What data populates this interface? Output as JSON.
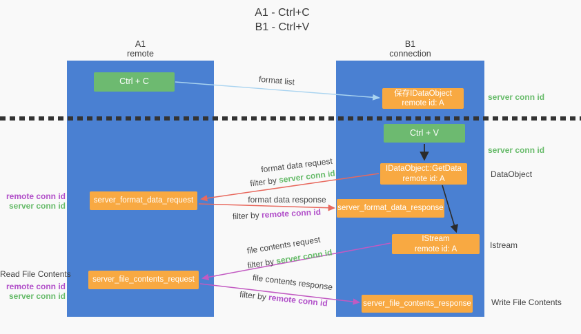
{
  "colors": {
    "lane_blue": "#4a80d2",
    "box_green": "#6dba70",
    "box_orange": "#f8a942",
    "arrow_blue": "#aad4f0",
    "arrow_red": "#e8695e",
    "arrow_magenta": "#c25ac2",
    "text_green": "#67bb6a",
    "text_purple": "#b14fc9",
    "text_dark": "#424242",
    "bg": "#f9f9f9"
  },
  "header": {
    "title_line1": "A1 - Ctrl+C",
    "title_line2": "B1 - Ctrl+V"
  },
  "lanes": {
    "left": {
      "title": "A1",
      "subtitle": "remote"
    },
    "right": {
      "title": "B1",
      "subtitle": "connection"
    }
  },
  "nodes": {
    "ctrl_c": {
      "label": "Ctrl + C"
    },
    "store_dataobject": {
      "line1": "保存IDataObject",
      "line2": "remote id: A"
    },
    "ctrl_v": {
      "label": "Ctrl + V"
    },
    "getdata": {
      "line1": "IDataObject::GetData",
      "line2": "remote id: A"
    },
    "format_request": {
      "label": "server_format_data_request"
    },
    "format_response": {
      "label": "server_format_data_response"
    },
    "istream": {
      "line1": "IStream",
      "line2": "remote id: A"
    },
    "file_request": {
      "label": "server_file_contents_request"
    },
    "file_response": {
      "label": "server_file_contents_response"
    }
  },
  "edges": {
    "format_list": {
      "label": "format list"
    },
    "format_data_request": {
      "label": "format data request",
      "filter_prefix": "filter by",
      "filter_key": "server conn id"
    },
    "format_data_response": {
      "label": "format data response",
      "filter_prefix": "filter by",
      "filter_key": "remote conn id"
    },
    "file_contents_request": {
      "label": "file contents request",
      "filter_prefix": "filter by",
      "filter_key": "server conn id"
    },
    "file_contents_response": {
      "label": "file contents response",
      "filter_prefix": "filter by",
      "filter_key": "remote conn id"
    }
  },
  "annotations": {
    "left_format": {
      "line1": "remote conn id",
      "line2": "server conn id"
    },
    "left_file": {
      "title": "Read File Contents",
      "line1": "remote conn id",
      "line2": "server conn id"
    },
    "right_server_conn_top": "server conn id",
    "right_server_conn_mid": "server conn id",
    "right_dataobject": "DataObject",
    "right_istream": "Istream",
    "right_write_file": "Write File Contents"
  }
}
